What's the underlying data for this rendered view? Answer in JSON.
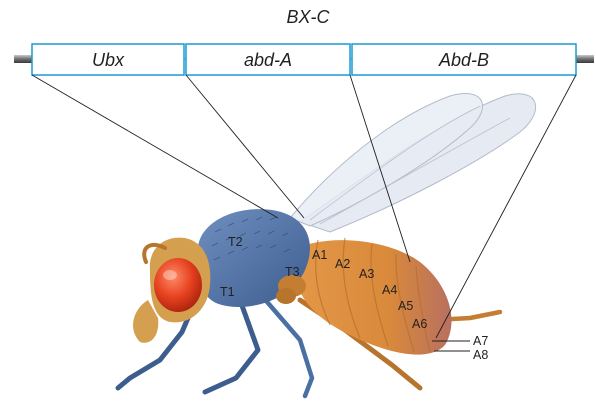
{
  "cluster": {
    "title": "BX-C"
  },
  "genes": [
    {
      "label": "Ubx"
    },
    {
      "label": "abd-A"
    },
    {
      "label": "Abd-B"
    }
  ],
  "segments": {
    "thorax": [
      "T1",
      "T2",
      "T3"
    ],
    "abdomen": [
      "A1",
      "A2",
      "A3",
      "A4",
      "A5",
      "A6",
      "A7",
      "A8"
    ]
  },
  "colors": {
    "gene_box_border": "#1a9ad6",
    "thorax": "#4a6fa3",
    "abdomen": "#d98a3a",
    "eye": "#e6411f",
    "wing": "#dce3ef"
  }
}
